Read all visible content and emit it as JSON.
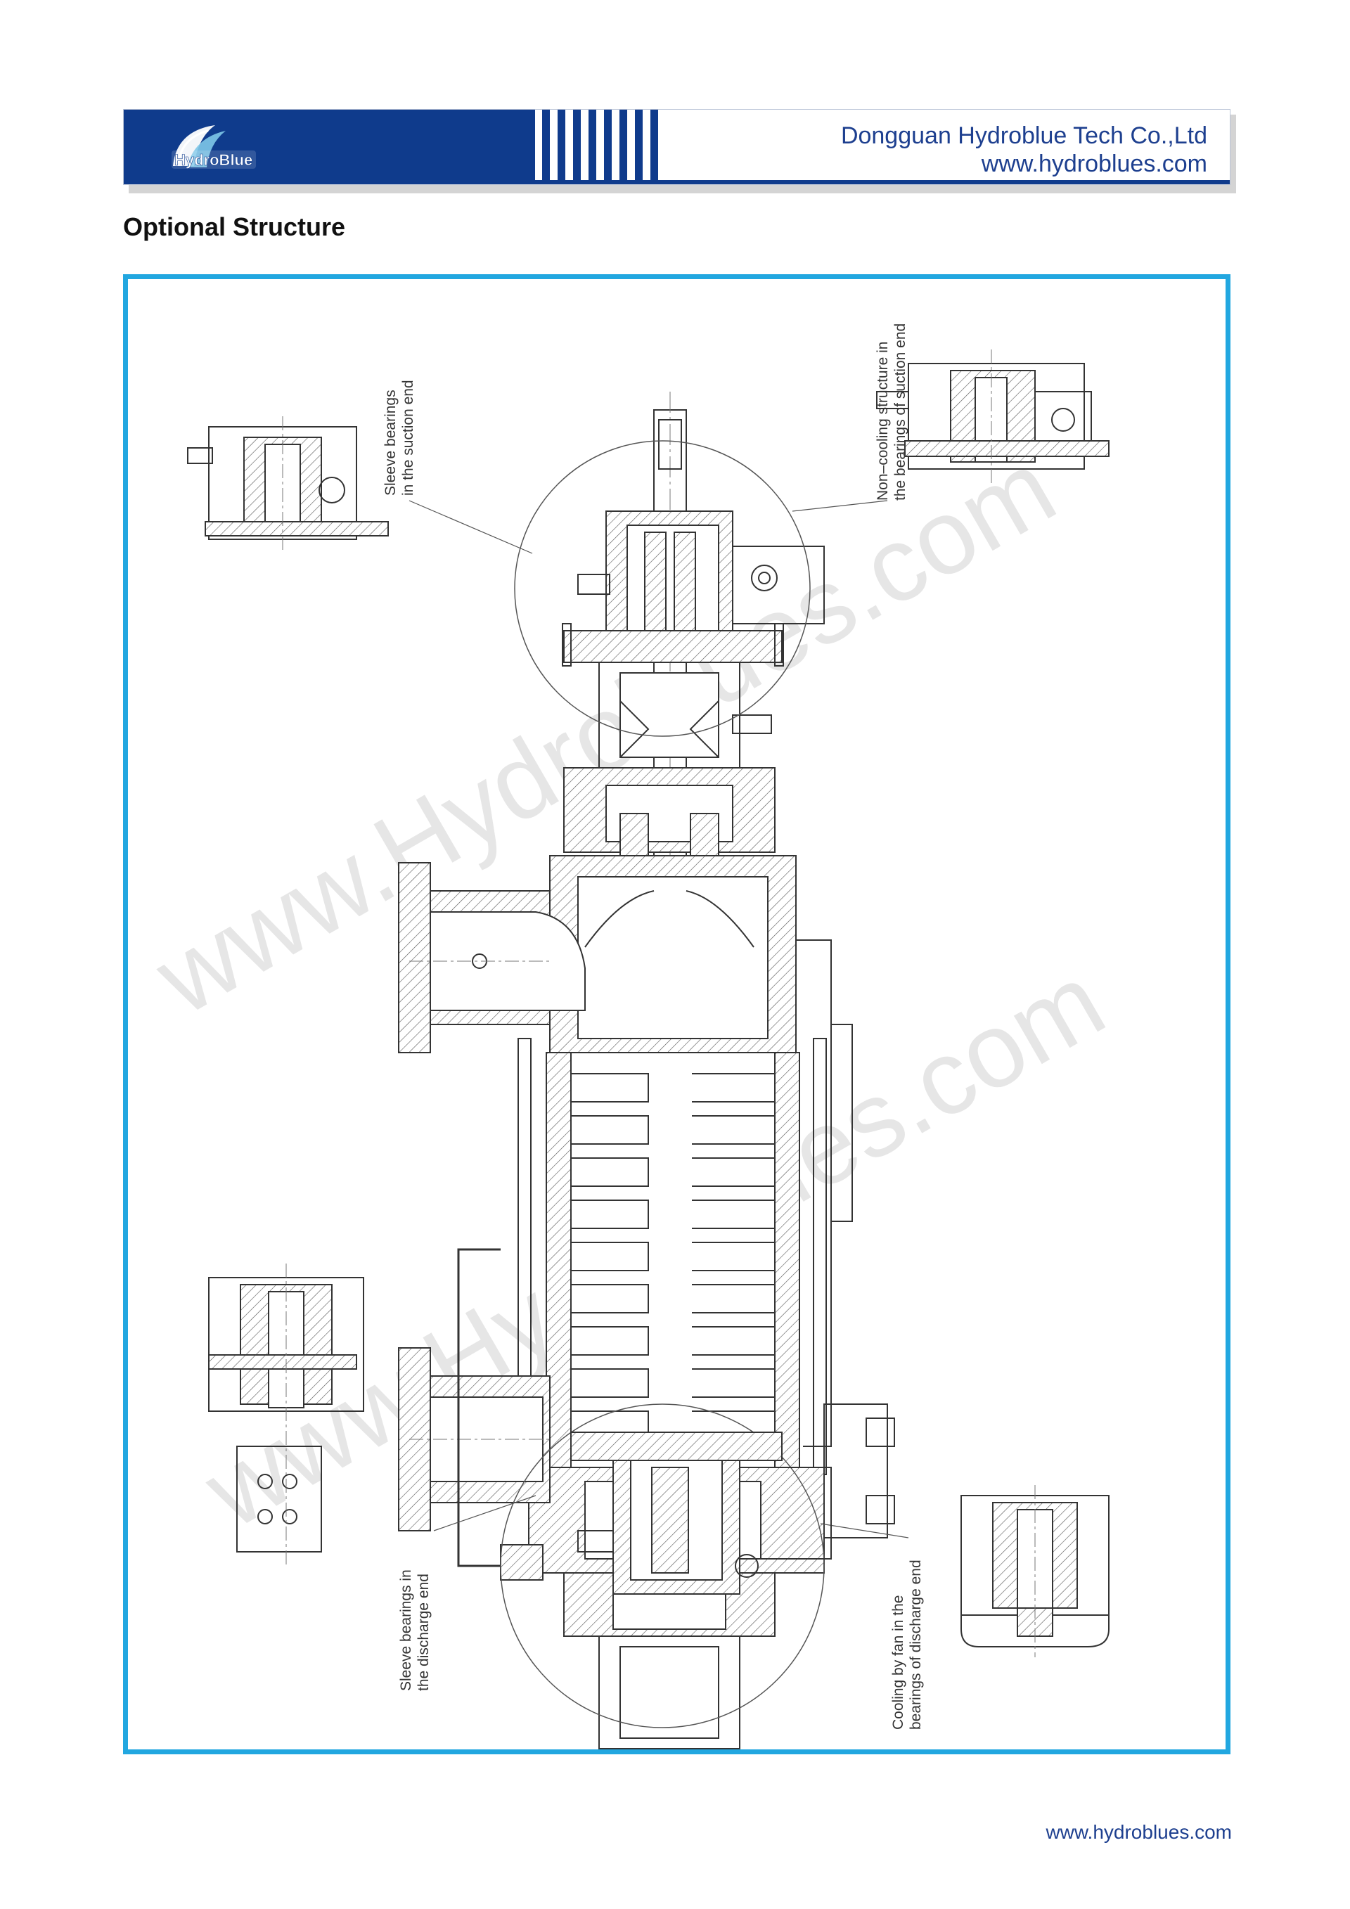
{
  "header": {
    "logo_text": "HydroBlue",
    "company_name": "Dongguan Hydroblue Tech Co.,Ltd",
    "company_url": "www.hydroblues.com",
    "brand_color": "#0f3b8c"
  },
  "page": {
    "title": "Optional Structure",
    "frame_color": "#22a7e0"
  },
  "drawing": {
    "watermark": "www.Hydroblues.com",
    "callouts": {
      "sleeve_suction": [
        "Sleeve bearings",
        "in the suction end"
      ],
      "noncooling_suction": [
        "Non–cooling structure in",
        "the bearings of suction end"
      ],
      "sleeve_discharge": [
        "Sleeve bearings in",
        "the discharge end"
      ],
      "fan_discharge": [
        "Cooling by fan in the",
        "bearings of discharge end"
      ]
    }
  },
  "footer": {
    "url": "www.hydroblues.com"
  }
}
